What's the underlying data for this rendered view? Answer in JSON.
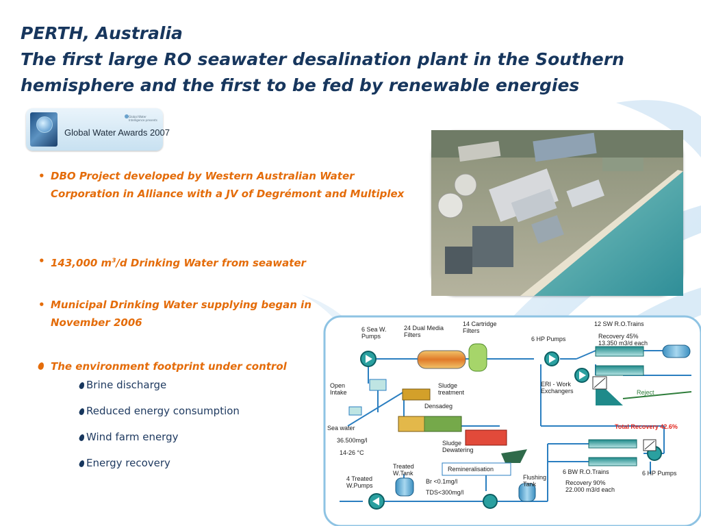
{
  "title": {
    "line1": "PERTH, Australia",
    "line2": "The first large RO seawater desalination plant in the Southern",
    "line3": "hemisphere and the first to be fed by renewable energies"
  },
  "award": {
    "label": "Global Water Awards 2007",
    "small_text": "Global Water Intelligence presents"
  },
  "bullets": [
    {
      "text": "DBO Project developed by Western Australian Water Corporation in Alliance with a JV of Degrémont and Multiplex"
    },
    {
      "text_before": "143,000 m",
      "superscript": "3",
      "text_after": "/d Drinking Water from seawater"
    },
    {
      "text": "Municipal Drinking Water supplying began in November 2006"
    },
    {
      "text": "The environment footprint under control"
    }
  ],
  "sub_bullets": [
    {
      "text": "Brine discharge"
    },
    {
      "text": "Reduced energy consumption"
    },
    {
      "text": "Wind farm energy"
    },
    {
      "text": "Energy recovery"
    }
  ],
  "diagram": {
    "labels": {
      "sea_pumps": "6 Sea W.\nPumps",
      "dual_media": "24 Dual Media\nFilters",
      "cartridge": "14 Cartridge\nFilters",
      "sw_ro": "12 SW R.O.Trains",
      "sw_recovery": "Recovery 45%\n13.350 m3/d each",
      "hp_pumps_top": "6 HP Pumps",
      "open_intake": "Open\nIntake",
      "sludge_treatment": "Sludge\ntreatment",
      "eri": "ERI - Work\nExchangers",
      "reject": "Reject",
      "densadeg": "Densadeg",
      "sea_water": "Sea water",
      "salinity": "36.500mg/l",
      "temperature": "14-26 °C",
      "total_recovery": "Total Recovery 42.6%",
      "sludge_dewatering": "Sludge\nDewatering",
      "treated_tank": "Treated\nW.Tank",
      "remineralisation": "Remineralisation",
      "br": "Br <0.1mg/l",
      "tds": "TDS<300mg/l",
      "flushing": "Flushing\nTank",
      "bw_ro": "6 BW R.O.Trains",
      "bw_recovery": "Recovery 90%\n22.000 m3/d each",
      "hp_pumps_bottom": "6 HP Pumps",
      "treated_pumps": "4 Treated\nW.Pumps"
    }
  },
  "colors": {
    "title": "#17365d",
    "bullet": "#e46c0a",
    "sub_bullet": "#1f3a60",
    "reject": "#2e7d3a",
    "total_recovery": "#e2231a"
  }
}
